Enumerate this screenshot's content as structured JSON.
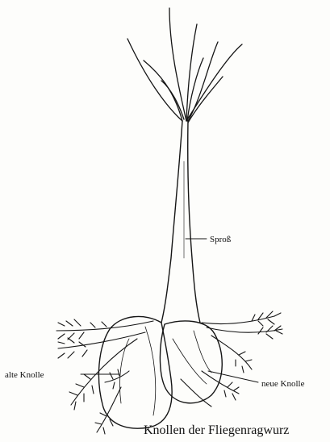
{
  "labels": {
    "shoot": "Sproß",
    "old_tuber": "alte Knolle",
    "new_tuber": "neue Knolle"
  },
  "caption": "Knollen der Fliegenragwurz"
}
